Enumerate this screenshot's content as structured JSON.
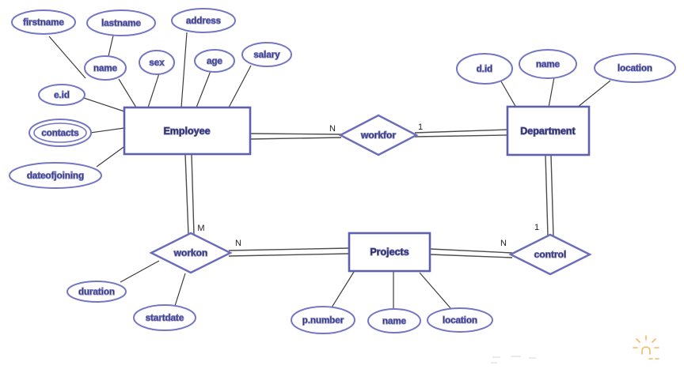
{
  "er": {
    "entities": {
      "employee": {
        "label": "Employee"
      },
      "department": {
        "label": "Department"
      },
      "projects": {
        "label": "Projects"
      }
    },
    "relationships": {
      "workfor": {
        "label": "workfor",
        "employee_cardinality": "N",
        "department_cardinality": "1"
      },
      "workon": {
        "label": "workon",
        "employee_cardinality": "M",
        "projects_cardinality": "N"
      },
      "control": {
        "label": "control",
        "department_cardinality": "1",
        "projects_cardinality": "N"
      }
    },
    "attributes": {
      "firstname": {
        "label": "firstname",
        "owner": "name"
      },
      "lastname": {
        "label": "lastname",
        "owner": "name"
      },
      "emp_name": {
        "label": "name",
        "owner": "employee"
      },
      "sex": {
        "label": "sex",
        "owner": "employee"
      },
      "address": {
        "label": "address",
        "owner": "employee"
      },
      "age": {
        "label": "age",
        "owner": "employee"
      },
      "salary": {
        "label": "salary",
        "owner": "employee"
      },
      "e_id": {
        "label": "e.id",
        "owner": "employee"
      },
      "contacts": {
        "label": "contacts",
        "owner": "employee",
        "type": "multivalued"
      },
      "dateofjoining": {
        "label": "dateofjoining",
        "owner": "employee"
      },
      "d_id": {
        "label": "d.id",
        "owner": "department"
      },
      "dept_name": {
        "label": "name",
        "owner": "department"
      },
      "dept_location": {
        "label": "location",
        "owner": "department"
      },
      "duration": {
        "label": "duration",
        "owner": "workon"
      },
      "startdate": {
        "label": "startdate",
        "owner": "workon"
      },
      "p_number": {
        "label": "p.number",
        "owner": "projects"
      },
      "proj_name": {
        "label": "name",
        "owner": "projects"
      },
      "proj_location": {
        "label": "location",
        "owner": "projects"
      }
    }
  },
  "colors": {
    "entity_border": "#5f60ab",
    "attribute_border": "#7476c4",
    "relationship_border": "#6b6cba",
    "connector": "#3c3c3c",
    "relationship_line": "#4c4c4c",
    "watermark_orange": "#f3a83c"
  }
}
